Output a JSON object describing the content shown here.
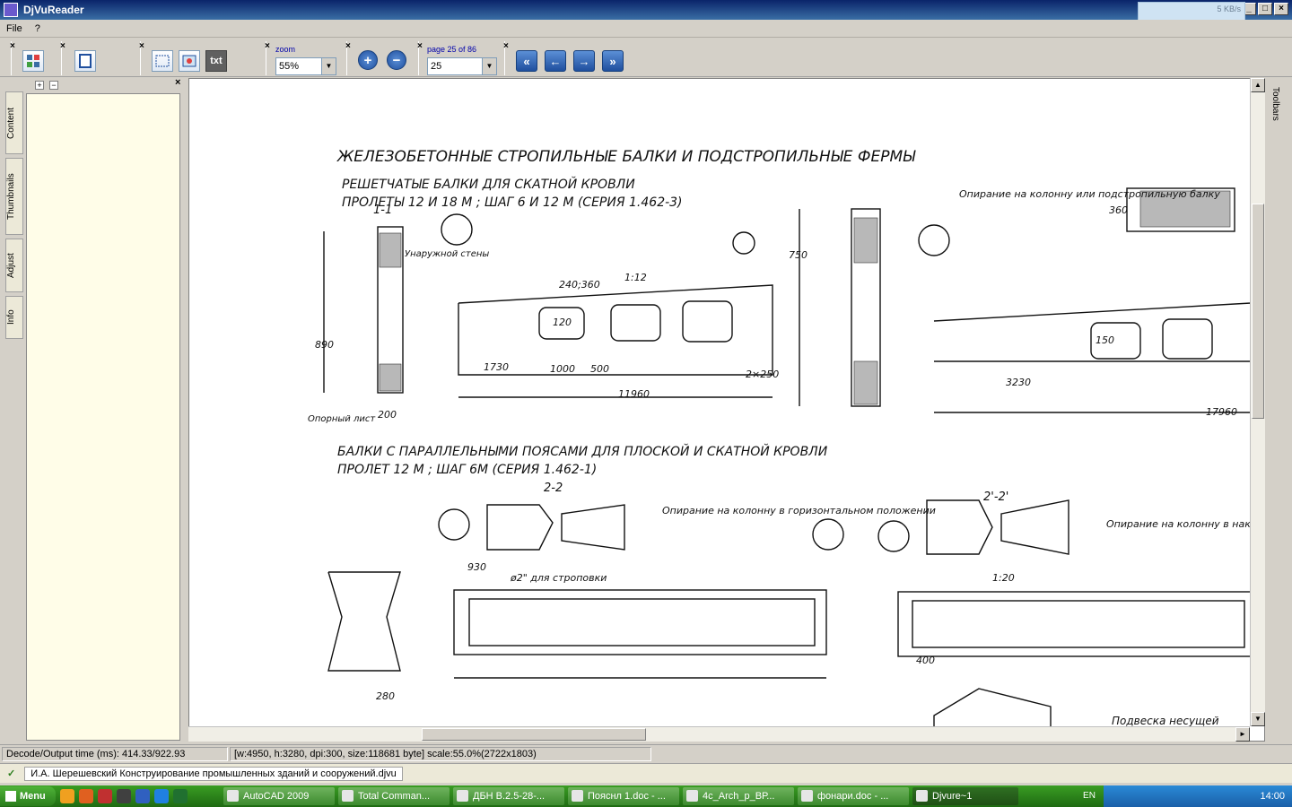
{
  "window": {
    "title": "DjVuReader",
    "net_speed": "5 KB/s"
  },
  "menu": [
    "File",
    "?"
  ],
  "toolbar": {
    "zoom_label": "zoom",
    "zoom_value": "55%",
    "page_label": "page 25 of 86",
    "page_value": "25",
    "txt_label": "txt",
    "zoom_in": "+",
    "zoom_out": "−",
    "first": "«",
    "prev": "←",
    "next": "→",
    "last": "»"
  },
  "sidebar": {
    "tabs": [
      "Content",
      "Thumbnails",
      "Adjust",
      "Info"
    ],
    "expand": "+",
    "collapse": "−"
  },
  "right_panel": {
    "label": "Toolbars"
  },
  "drawing": {
    "title": "ЖЕЛЕЗОБЕТОННЫЕ СТРОПИЛЬНЫЕ БАЛКИ И ПОДСТРОПИЛЬНЫЕ ФЕРМЫ",
    "section1_title": "РЕШЕТЧАТЫЕ БАЛКИ ДЛЯ СКАТНОЙ КРОВЛИ",
    "section1_sub": "ПРОЛЕТЫ 12 И 18 М ; ШАГ 6 И 12 М (СЕРИЯ 1.462-3)",
    "section2_title": "БАЛКИ С ПАРАЛЛЕЛЬНЫМИ ПОЯСАМИ ДЛЯ ПЛОСКОЙ И СКАТНОЙ КРОВЛИ",
    "section2_sub": "ПРОЛЕТ 12 М ; ШАГ 6М (СЕРИЯ 1.462-1)",
    "note1": "Опирание на колонну или подстропильную балку",
    "note2": "Опирание на колонну в горизонтальном положении",
    "note3": "Опирание на колонну в наклонном положении",
    "note4": "Подвеска несущей",
    "note5": "ø2\" для строповки",
    "note6": "Унаружной стены",
    "note7": "Опорный лист",
    "dims": [
      "11960",
      "17960",
      "3230",
      "1730",
      "1000",
      "500",
      "2×250",
      "890",
      "1:12",
      "1:20",
      "240;360",
      "200",
      "280",
      "930",
      "400",
      "1-1",
      "2-2",
      "2'-2'",
      "360",
      "150",
      "120",
      "750"
    ]
  },
  "status": {
    "decode": "Decode/Output time (ms): 414.33/922.93",
    "info": "[w:4950, h:3280, dpi:300, size:118681 byte] scale:55.0%(2722x1803)"
  },
  "file": {
    "name": "И.А. Шерешевский Конструирование промышленных зданий и сооружений.djvu"
  },
  "taskbar": {
    "start": "Menu",
    "tasks": [
      "AutoCAD 2009",
      "Total Comman...",
      "ДБН В.2.5-28-...",
      "Пояснл 1.doc - ...",
      "4с_Arch_р_ВР...",
      "фонари.doc - ...",
      "Djvure~1"
    ],
    "lang": "EN",
    "clock": "14:00"
  }
}
